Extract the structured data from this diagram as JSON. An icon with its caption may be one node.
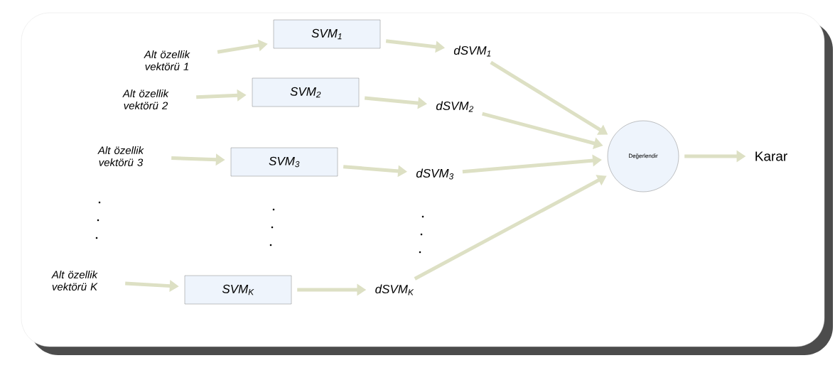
{
  "diagram": {
    "nodes": [
      {
        "text": [
          "Alt özellik vektörü 1"
        ]
      },
      {
        "text": [
          "SVM$_{1}$"
        ]
      },
      {
        "text": [
          "dSVM$_{1}$"
        ]
      },
      {
        "text": [
          "Alt özellik vektörü 2"
        ]
      },
      {
        "text": [
          "SVM$_{2}$"
        ]
      },
      {
        "text": [
          "dSVM$_{2}$"
        ]
      },
      {
        "text": [
          "Alt özellik vektörü 3"
        ]
      },
      {
        "text": [
          "SVM$_{3}$"
        ]
      },
      {
        "text": [
          "dSVM$_{3}$"
        ]
      },
      {
        "text": [
          "Alt özellik vektörü K"
        ]
      },
      {
        "text": [
          "SVM$_{K}$"
        ]
      },
      {
        "text": [
          "dSVM$_{K}$"
        ]
      },
      {
        "text": [
          "Değerlendir"
        ]
      },
      {
        "text": [
          "Karar"
        ]
      }
    ],
    "edges": [
      {
        "from": 0,
        "to": 1,
        "arrow": "to"
      },
      {
        "from": 1,
        "to": 2,
        "arrow": "to"
      },
      {
        "from": 3,
        "to": 4,
        "arrow": "to"
      },
      {
        "from": 4,
        "to": 5,
        "arrow": "to"
      },
      {
        "from": 6,
        "to": 7,
        "arrow": "to"
      },
      {
        "from": 7,
        "to": 8,
        "arrow": "to"
      },
      {
        "from": 9,
        "to": 10,
        "arrow": "to"
      },
      {
        "from": 10,
        "to": 11,
        "arrow": "to"
      },
      {
        "from": 2,
        "to": 12,
        "arrow": "to"
      },
      {
        "from": 5,
        "to": 12,
        "arrow": "to"
      },
      {
        "from": 8,
        "to": 12,
        "arrow": "to"
      },
      {
        "from": 11,
        "to": 12,
        "arrow": "to"
      },
      {
        "from": 12,
        "to": 13,
        "arrow": "to"
      }
    ]
  }
}
